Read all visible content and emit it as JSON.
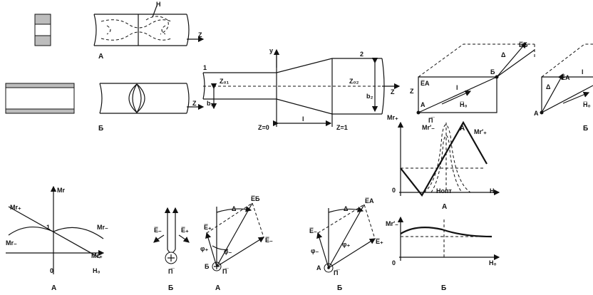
{
  "labels": {
    "A": "А",
    "B": "Б",
    "H": "H",
    "Z": "Z",
    "y": "y",
    "one": "1",
    "two": "2",
    "zero": "0",
    "z01": "Z₀₁",
    "z02": "Z₀₂",
    "b1": "b₁",
    "b2": "b₂",
    "l": "l",
    "zeq0": "Z=0",
    "zeq1": "Z=1",
    "EA": "E̅A",
    "EB": "E̅Б",
    "Pbar": "П̅",
    "H0": "H₀",
    "H0bar": "H̅₀",
    "delta": "Δ",
    "Eplus": "E̅₊",
    "Eminus": "E̅₋",
    "Mr": "Mr",
    "Mrplus": "Mr₊",
    "Mrminus": "Mr₋",
    "Mrpplus": "Mr′₊",
    "Mrpminus": "Mr′₋",
    "Hopt": "Hопт",
    "phiplus": "φ₊",
    "phiminus": "φ₋"
  }
}
